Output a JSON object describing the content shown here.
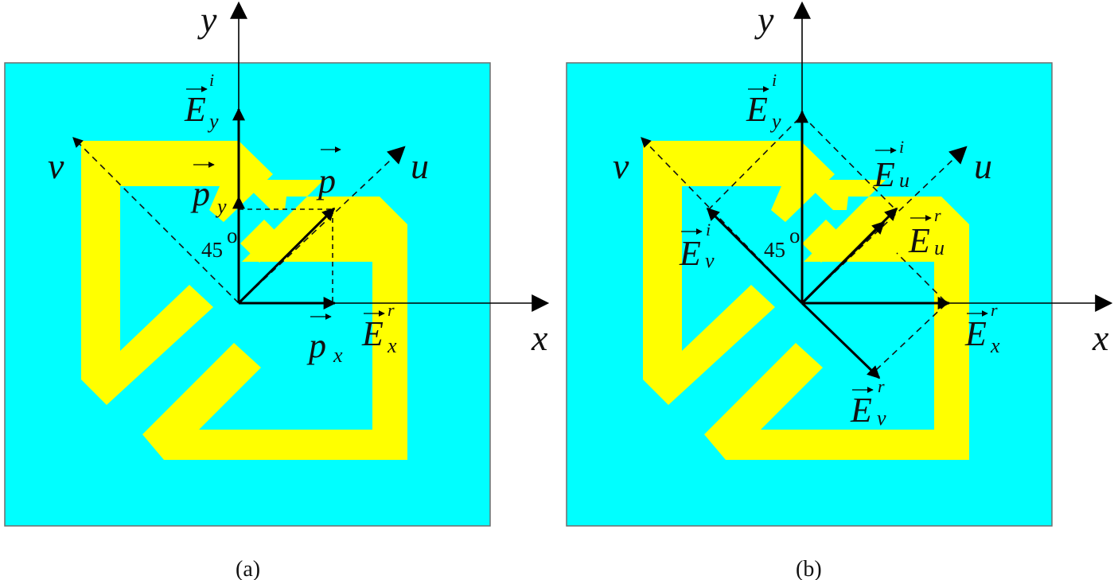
{
  "colors": {
    "plate": "#00ffff",
    "resonator": "#ffff00",
    "lines": "#000000"
  },
  "panel_a": {
    "caption": "(a)",
    "axes": {
      "x": "x",
      "y": "y",
      "u": "u",
      "v": "v"
    },
    "angle": {
      "value": "45",
      "unit": "o"
    },
    "labels": {
      "Ey": {
        "base": "E",
        "sub": "y",
        "sup": "i"
      },
      "py": {
        "base": "p",
        "sub": "y"
      },
      "p": {
        "base": "p"
      },
      "px": {
        "base": "p",
        "sub": "x"
      },
      "Ex": {
        "base": "E",
        "sub": "x",
        "sup": "r"
      }
    }
  },
  "panel_b": {
    "caption": "(b)",
    "axes": {
      "x": "x",
      "y": "y",
      "u": "u",
      "v": "v"
    },
    "angle": {
      "value": "45",
      "unit": "o"
    },
    "labels": {
      "Ey": {
        "base": "E",
        "sub": "y",
        "sup": "i"
      },
      "Eu_i": {
        "base": "E",
        "sub": "u",
        "sup": "i"
      },
      "Eu_r": {
        "base": "E",
        "sub": "u",
        "sup": "r"
      },
      "Ev_i": {
        "base": "E",
        "sub": "v",
        "sup": "i"
      },
      "Ev_r": {
        "base": "E",
        "sub": "v",
        "sup": "r"
      },
      "Ex": {
        "base": "E",
        "sub": "x",
        "sup": "r"
      }
    }
  }
}
